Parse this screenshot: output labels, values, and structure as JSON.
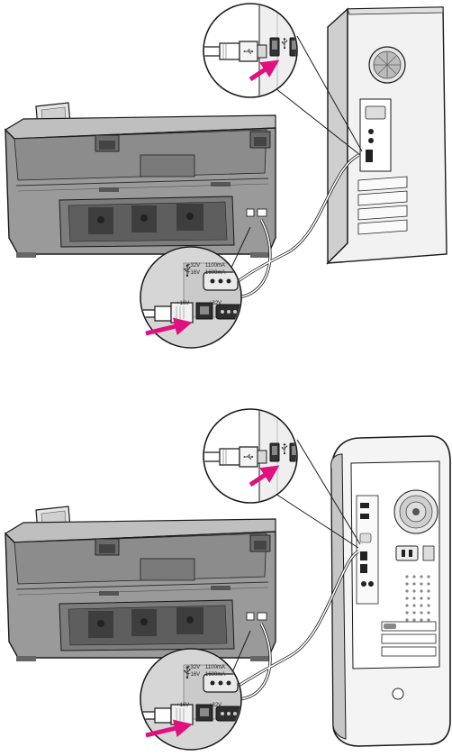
{
  "colors": {
    "arrow": "#e0117f",
    "outline": "#1a1a1a",
    "printer_body": "#9a9a9a",
    "printer_dark": "#5a5a5a",
    "printer_light": "#c8c8c8",
    "computer_light": "#f2f2f2",
    "computer_shade": "#bdbdbd",
    "background": "#ffffff"
  },
  "panels": [
    {
      "computer": "pc-tower",
      "printer_port_label": {
        "volts_top": "+32V",
        "amps_top": "1100mA",
        "volts_bottom": "+16V",
        "amps_bottom": "1600mA",
        "pin_left": "+16V",
        "pin_right": "+32V"
      }
    },
    {
      "computer": "mac-tower",
      "printer_port_label": {
        "volts_top": "+32V",
        "amps_top": "1100mA",
        "volts_bottom": "+16V",
        "amps_bottom": "1600mA",
        "pin_left": "+16V",
        "pin_right": "+32V"
      }
    }
  ],
  "icons": [
    "usb-icon",
    "printer",
    "computer-tower",
    "usb-cable",
    "insert-arrow"
  ]
}
